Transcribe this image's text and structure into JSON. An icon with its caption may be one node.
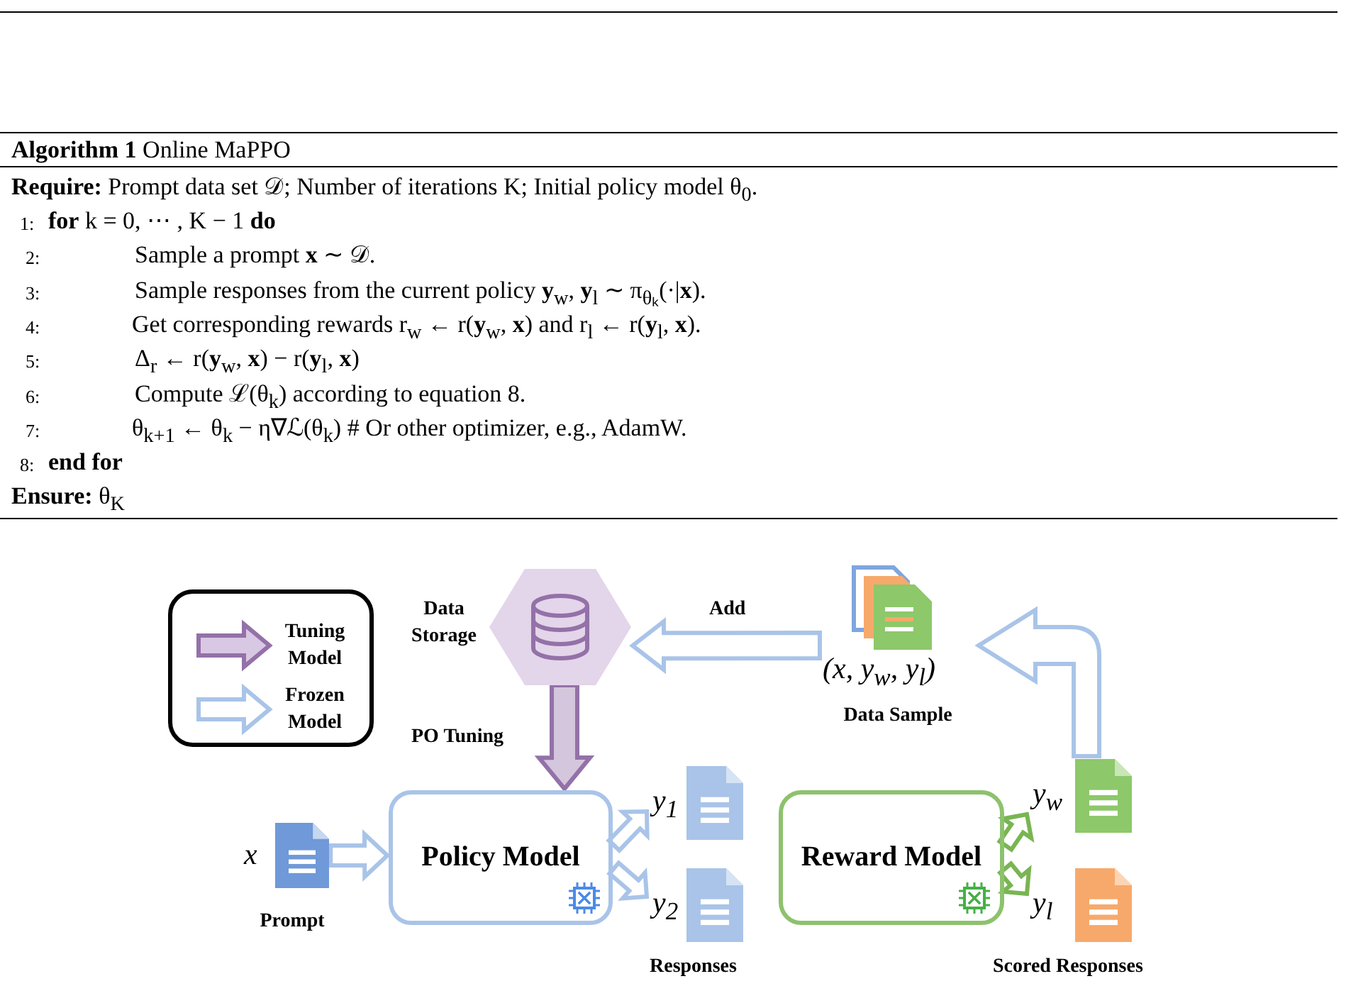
{
  "diagram": {
    "nodes": [
      {
        "text": [
          "Data Storage"
        ]
      },
      {
        "text": [
          "(x, y$_{w}$, y$_{l}$)",
          "Data Sample"
        ]
      },
      {
        "text": [
          "x",
          "Prompt"
        ]
      },
      {
        "text": [
          "Policy Model"
        ]
      },
      {
        "text": [
          "y$_{1}$"
        ]
      },
      {
        "text": [
          "y$_{2}$"
        ]
      },
      {
        "text": [
          "Reward Model"
        ]
      },
      {
        "text": [
          "y$_{w}$"
        ]
      },
      {
        "text": [
          "y$_{l}$"
        ]
      }
    ],
    "edges": [
      {
        "from": 1,
        "to": 0,
        "arrow": "to",
        "label": "Add"
      },
      {
        "from": 0,
        "to": 3,
        "arrow": "to",
        "label": "PO Tuning",
        "color": "#9471a8"
      },
      {
        "from": 2,
        "to": 3,
        "arrow": "to"
      },
      {
        "from": 3,
        "to": 4,
        "arrow": "to"
      },
      {
        "from": 3,
        "to": 5,
        "arrow": "to"
      },
      {
        "from": 6,
        "to": 7,
        "arrow": "to",
        "color": "#79b552"
      },
      {
        "from": 6,
        "to": 8,
        "arrow": "to",
        "color": "#79b552"
      },
      {
        "from": 7,
        "to": 1,
        "arrow": "to"
      }
    ],
    "labels": [
      "**Algorithm 1** Online MaPPO",
      "**Require:** Prompt data set 𝒟; Number of iterations K; Initial policy model θ$_{0}$.",
      "1:",
      "**for** k = 0, ⋯ , K − 1 **do**",
      "2:",
      "Sample a prompt **x** ∼ 𝒟.",
      "3:",
      "Sample responses from the current policy **y**$_{w}$, **y**$_{l}$ ∼ π$_{θₖ}$(·|**x**).",
      "4:",
      "Get corresponding rewards r$_{w}$ ← r(**y**$_{w}$, **x**) and r$_{l}$ ← r(**y**$_{l}$, **x**).",
      "5:",
      "Δ$_{r}$ ← r(**y**$_{w}$, **x**) − r(**y**$_{l}$, **x**)",
      "6:",
      "Compute ℒ(θ$_{k}$) according to equation 8.",
      "7:",
      "θ$_{k+1}$ ← θ$_{k}$ − η∇ℒ(θ$_{k}$) # Or other optimizer, e.g., AdamW.",
      "8:",
      "**end for**",
      "**Ensure:** θ$_{K}$",
      "Responses",
      "Scored Responses"
    ],
    "legend": [
      {
        "text": "Tuning Model"
      },
      {
        "text": "Frozen Model"
      }
    ]
  }
}
